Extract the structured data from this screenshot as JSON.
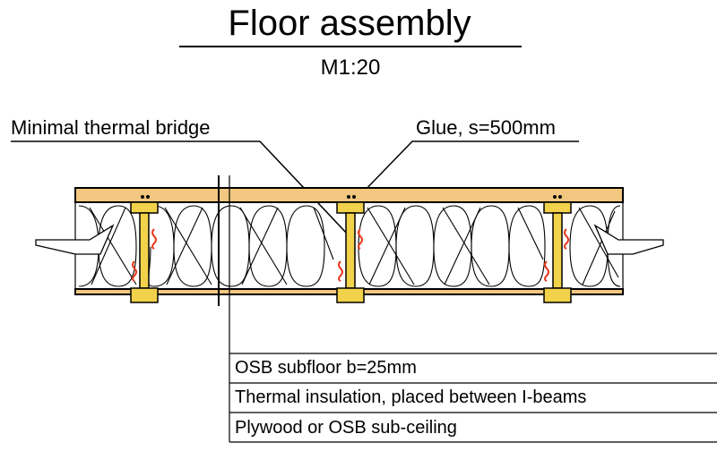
{
  "title": "Floor assembly",
  "scale": "M1:20",
  "callouts": {
    "left": "Minimal thermal bridge",
    "right": "Glue, s=500mm"
  },
  "legend": [
    "OSB subfloor b=25mm",
    "Thermal insulation, placed between I-beams",
    "Plywood or OSB sub-ceiling"
  ],
  "colors": {
    "wood": "#f2c77f",
    "beam": "#f2d24b",
    "heat": "#e83a1e",
    "line": "#000000"
  }
}
